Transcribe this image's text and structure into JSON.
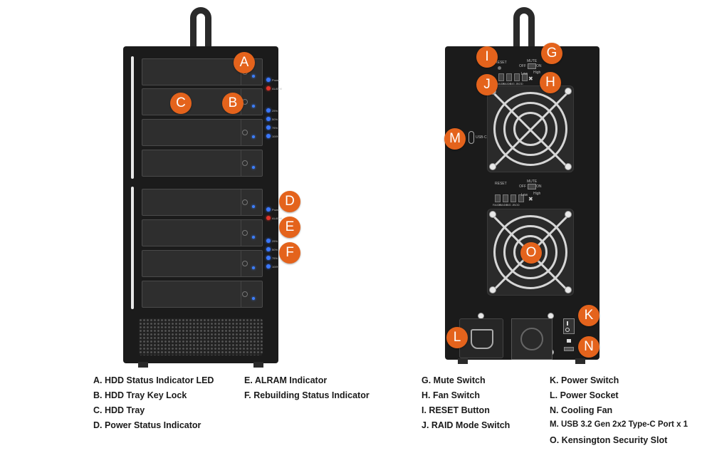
{
  "front_indicators": {
    "top": [
      "Power",
      "ALARM"
    ],
    "rebuild": [
      "25%",
      "50%",
      "75%",
      "100%"
    ]
  },
  "rear_labels": {
    "reset": "RESET",
    "mute": "MUTE",
    "off": "OFF",
    "on": "ON",
    "low": "Low",
    "high": "High",
    "raid_modes": [
      "RAID5",
      "RAID0",
      "BIG",
      "JBOD"
    ],
    "usbc": "USB-C"
  },
  "callouts": [
    "A",
    "B",
    "C",
    "D",
    "E",
    "F",
    "G",
    "H",
    "I",
    "J",
    "K",
    "L",
    "M",
    "N",
    "O"
  ],
  "legend": {
    "col1": [
      "A. HDD Status Indicator LED",
      "B. HDD Tray Key Lock",
      "C. HDD Tray",
      "D. Power Status Indicator"
    ],
    "col2": [
      "E. ALRAM Indicator",
      "F. Rebuilding Status Indicator"
    ],
    "col3": [
      "G. Mute Switch",
      "H. Fan Switch",
      "I.  RESET Button",
      "J. RAID Mode Switch"
    ],
    "col4": [
      "K. Power Switch",
      "L. Power Socket",
      "N. Cooling Fan",
      "M. USB 3.2 Gen 2x2 Type-C Port x 1",
      "O. Kensington Security Slot"
    ]
  }
}
